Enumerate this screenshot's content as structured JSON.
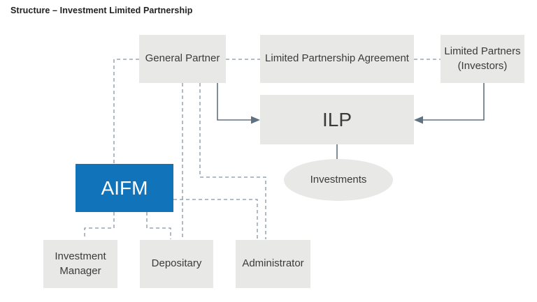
{
  "title": "Structure – Investment Limited Partnership",
  "colors": {
    "node_fill": "#e8e8e7",
    "aifm_fill": "#1173b9",
    "aifm_text": "#ffffff",
    "node_text": "#3b3b3b",
    "dashed_line": "#8495a6",
    "solid_line": "#5f7282",
    "title_text": "#212121",
    "background": "#ffffff"
  },
  "nodes": {
    "general_partner": {
      "label": "General Partner"
    },
    "limited_partnership_agreement": {
      "label": "Limited Partnership Agreement"
    },
    "limited_partners": {
      "label": "Limited Partners (Investors)"
    },
    "ilp": {
      "label": "ILP"
    },
    "investments": {
      "label": "Investments"
    },
    "aifm": {
      "label": "AIFM"
    },
    "investment_manager": {
      "label": "Investment Manager"
    },
    "depositary": {
      "label": "Depositary"
    },
    "administrator": {
      "label": "Administrator"
    }
  },
  "edges": [
    {
      "from": "general_partner",
      "to": "aifm",
      "style": "dashed"
    },
    {
      "from": "general_partner",
      "to": "limited_partnership_agreement",
      "style": "dashed"
    },
    {
      "from": "limited_partnership_agreement",
      "to": "limited_partners",
      "style": "dashed"
    },
    {
      "from": "general_partner",
      "to": "depositary",
      "style": "dashed"
    },
    {
      "from": "general_partner",
      "to": "administrator",
      "style": "dashed"
    },
    {
      "from": "aifm",
      "to": "investment_manager",
      "style": "dashed"
    },
    {
      "from": "aifm",
      "to": "depositary",
      "style": "dashed"
    },
    {
      "from": "aifm",
      "to": "administrator",
      "style": "dashed"
    },
    {
      "from": "general_partner",
      "to": "ilp",
      "style": "solid-arrow"
    },
    {
      "from": "limited_partners",
      "to": "ilp",
      "style": "solid-arrow"
    },
    {
      "from": "ilp",
      "to": "investments",
      "style": "solid"
    }
  ]
}
